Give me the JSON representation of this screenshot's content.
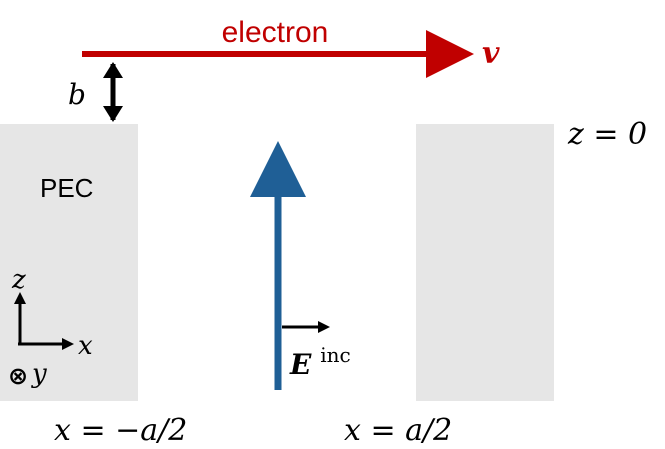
{
  "labels": {
    "electron": "electron",
    "velocity": "v",
    "impact_parameter": "b",
    "material": "PEC",
    "z_plane": "z = 0",
    "field": "E",
    "field_superscript": "inc",
    "left_boundary": "x = −a/2",
    "right_boundary": "x = a/2",
    "axis_z": "z",
    "axis_x": "x",
    "axis_y": "y",
    "axis_y_symbol": "⊗"
  },
  "colors": {
    "electron": "#c00000",
    "field_arrow": "#1f5f96",
    "pec_block": "#e6e6e6",
    "text": "#000000"
  }
}
